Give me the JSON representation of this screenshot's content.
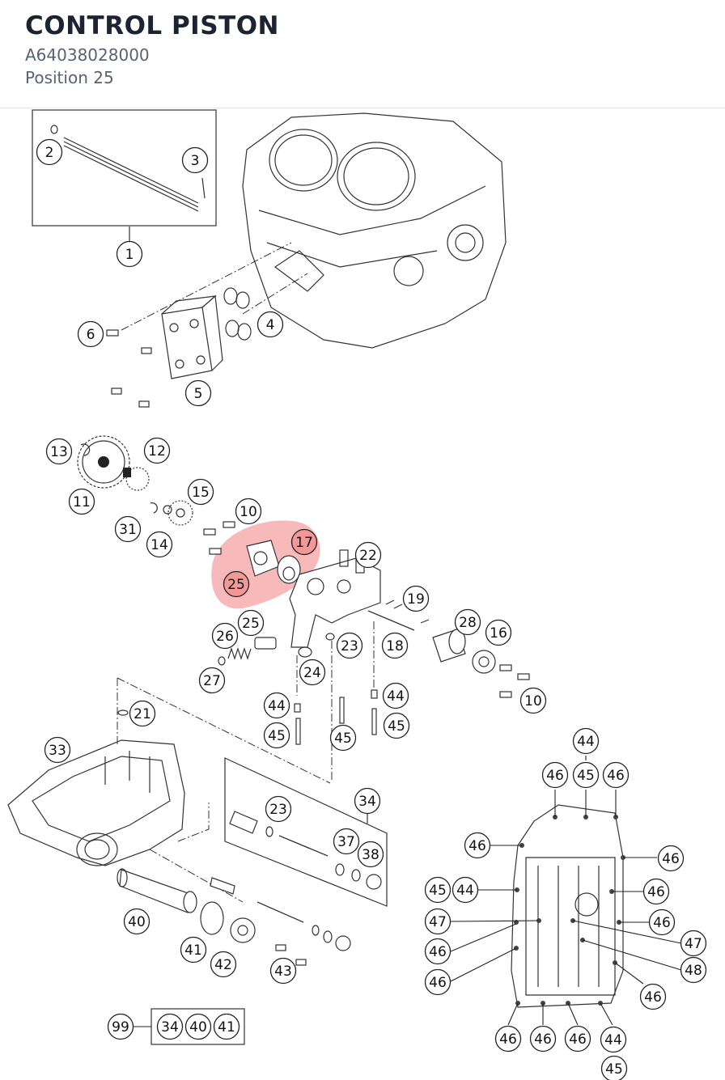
{
  "header": {
    "title": "CONTROL PISTON",
    "part_number": "A64038028000",
    "position_label": "Position 25"
  },
  "diagram": {
    "highlight_color": "#f08080",
    "callouts": [
      "1",
      "2",
      "3",
      "4",
      "5",
      "6",
      "10",
      "10",
      "11",
      "12",
      "13",
      "14",
      "15",
      "16",
      "17",
      "18",
      "19",
      "21",
      "22",
      "23",
      "23",
      "24",
      "25",
      "25",
      "26",
      "27",
      "28",
      "31",
      "33",
      "34",
      "37",
      "38",
      "40",
      "41",
      "42",
      "43",
      "44",
      "44",
      "44",
      "44",
      "44",
      "45",
      "45",
      "45",
      "45",
      "45",
      "45",
      "46",
      "46",
      "46",
      "46",
      "46",
      "46",
      "46",
      "46",
      "46",
      "46",
      "46",
      "46",
      "47",
      "47",
      "48",
      "99",
      "34",
      "40",
      "41"
    ],
    "highlighted_callouts": [
      "17",
      "25"
    ]
  }
}
